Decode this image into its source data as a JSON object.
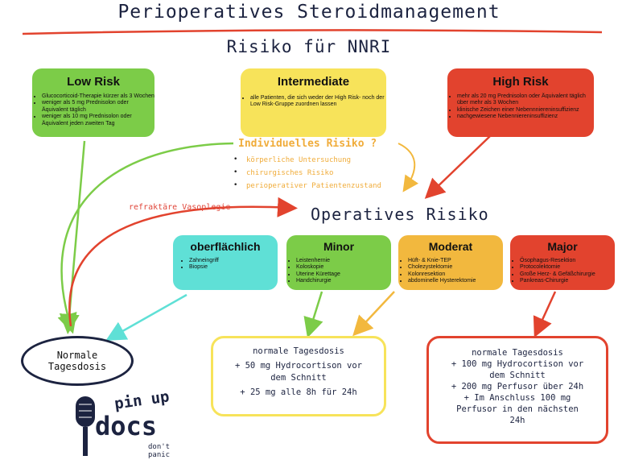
{
  "title": "Perioperatives Steroidmanagement",
  "subtitle": "Risiko für NNRI",
  "risk_groups": [
    {
      "label": "Low Risk",
      "items": [
        "Glucocorticoid-Therapie kürzer als 3 Wochen",
        "weniger als 5 mg Prednisolon oder Äquivalent täglich",
        "weniger als 10 mg Prednisolon oder Äquivalent jeden zweiten Tag"
      ],
      "color": "#7ccc48"
    },
    {
      "label": "Intermediate",
      "items": [
        "alle Patienten, die sich weder der High Risk- noch der Low Risk-Gruppe zuordnen lassen"
      ],
      "color": "#f7e35a"
    },
    {
      "label": "High Risk",
      "items": [
        "mehr als 20 mg Prednisolon oder Äquivalent täglich über mehr als 3 Wochen",
        "klinische Zeichen einer Nebennniereninsuffizienz",
        "nachgewiesene Nebenniereninsuffizienz"
      ],
      "color": "#e2432e"
    }
  ],
  "individual_risk": {
    "title": "Individuelles Risiko ?",
    "items": [
      "körperliche Untersuchung",
      "chirurgisches Risiko",
      "perioperativer Patientenzustand"
    ]
  },
  "refractory_label": "refraktäre Vasoplegie",
  "operative_risk_title": "Operatives Risiko",
  "operative_categories": [
    {
      "label": "oberflächlich",
      "items": [
        "Zahneingriff",
        "Biopsie"
      ],
      "color": "#5fe0d6"
    },
    {
      "label": "Minor",
      "items": [
        "Leistenhernie",
        "Koloskopie",
        "Uterine Kürettage",
        "Handchirurgie"
      ],
      "color": "#7ccc48"
    },
    {
      "label": "Moderat",
      "items": [
        "Hüft- & Knie-TEP",
        "Cholezystektomie",
        "Kolonresektion",
        "abdominelle Hysterektomie"
      ],
      "color": "#f2b83e"
    },
    {
      "label": "Major",
      "items": [
        "Ösophagus-Resektion",
        "Protocolektomie",
        "Große Herz- & Gefäßchirurgie",
        "Pankreas-Chirurgie"
      ],
      "color": "#e2432e"
    }
  ],
  "outcomes": {
    "normal": [
      "Normale",
      "Tagesdosis"
    ],
    "moderate": [
      "normale Tagesdosis",
      "+ 50 mg Hydrocortison vor",
      "dem Schnitt",
      "+  25 mg alle 8h für 24h"
    ],
    "major": [
      "normale Tagesdosis",
      "+ 100 mg Hydrocortison vor",
      "dem Schnitt",
      "+ 200 mg Perfusor über 24h",
      "+  Im Anschluss 100 mg",
      "Perfusor in den nächsten",
      "24h"
    ]
  },
  "logo": {
    "line1": "pin up",
    "line2": "docs",
    "tagline": "don't panic"
  },
  "colors": {
    "accent_red": "#e2432e",
    "orange": "#f0ac3a",
    "green": "#7ccc48",
    "navy": "#1c2340"
  }
}
